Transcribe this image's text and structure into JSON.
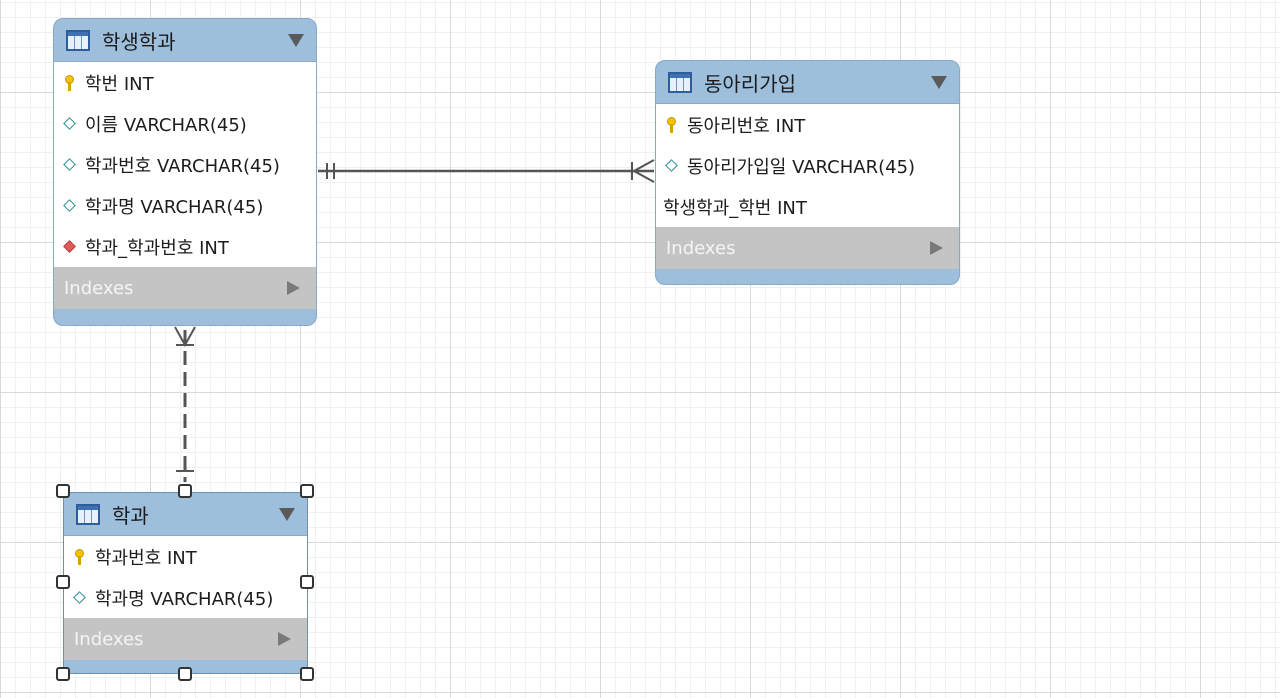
{
  "entities": {
    "student_dept": {
      "title": "학생학과",
      "columns": [
        {
          "kind": "pk",
          "text": "학번 INT"
        },
        {
          "kind": "col",
          "text": "이름 VARCHAR(45)"
        },
        {
          "kind": "col",
          "text": "학과번호 VARCHAR(45)"
        },
        {
          "kind": "col",
          "text": "학과명 VARCHAR(45)"
        },
        {
          "kind": "fk",
          "text": "학과_학과번호 INT"
        }
      ],
      "indexes_label": "Indexes"
    },
    "club_join": {
      "title": "동아리가입",
      "columns": [
        {
          "kind": "pk",
          "text": "동아리번호 INT"
        },
        {
          "kind": "col",
          "text": "동아리가입일 VARCHAR(45)"
        },
        {
          "kind": "plain",
          "text": "학생학과_학번 INT"
        }
      ],
      "indexes_label": "Indexes"
    },
    "dept": {
      "title": "학과",
      "columns": [
        {
          "kind": "pk",
          "text": "학과번호 INT"
        },
        {
          "kind": "col",
          "text": "학과명 VARCHAR(45)"
        }
      ],
      "indexes_label": "Indexes"
    }
  },
  "icons": {
    "table": "table-icon",
    "primary_key": "key-icon",
    "column": "diamond-icon",
    "foreign_key": "red-diamond-icon",
    "collapse": "triangle-down-icon",
    "expand_indexes": "triangle-right-icon"
  },
  "colors": {
    "entity_header": "#9dbfdc",
    "indexes_band": "#c4c4c4",
    "relationship_line": "#555555"
  }
}
